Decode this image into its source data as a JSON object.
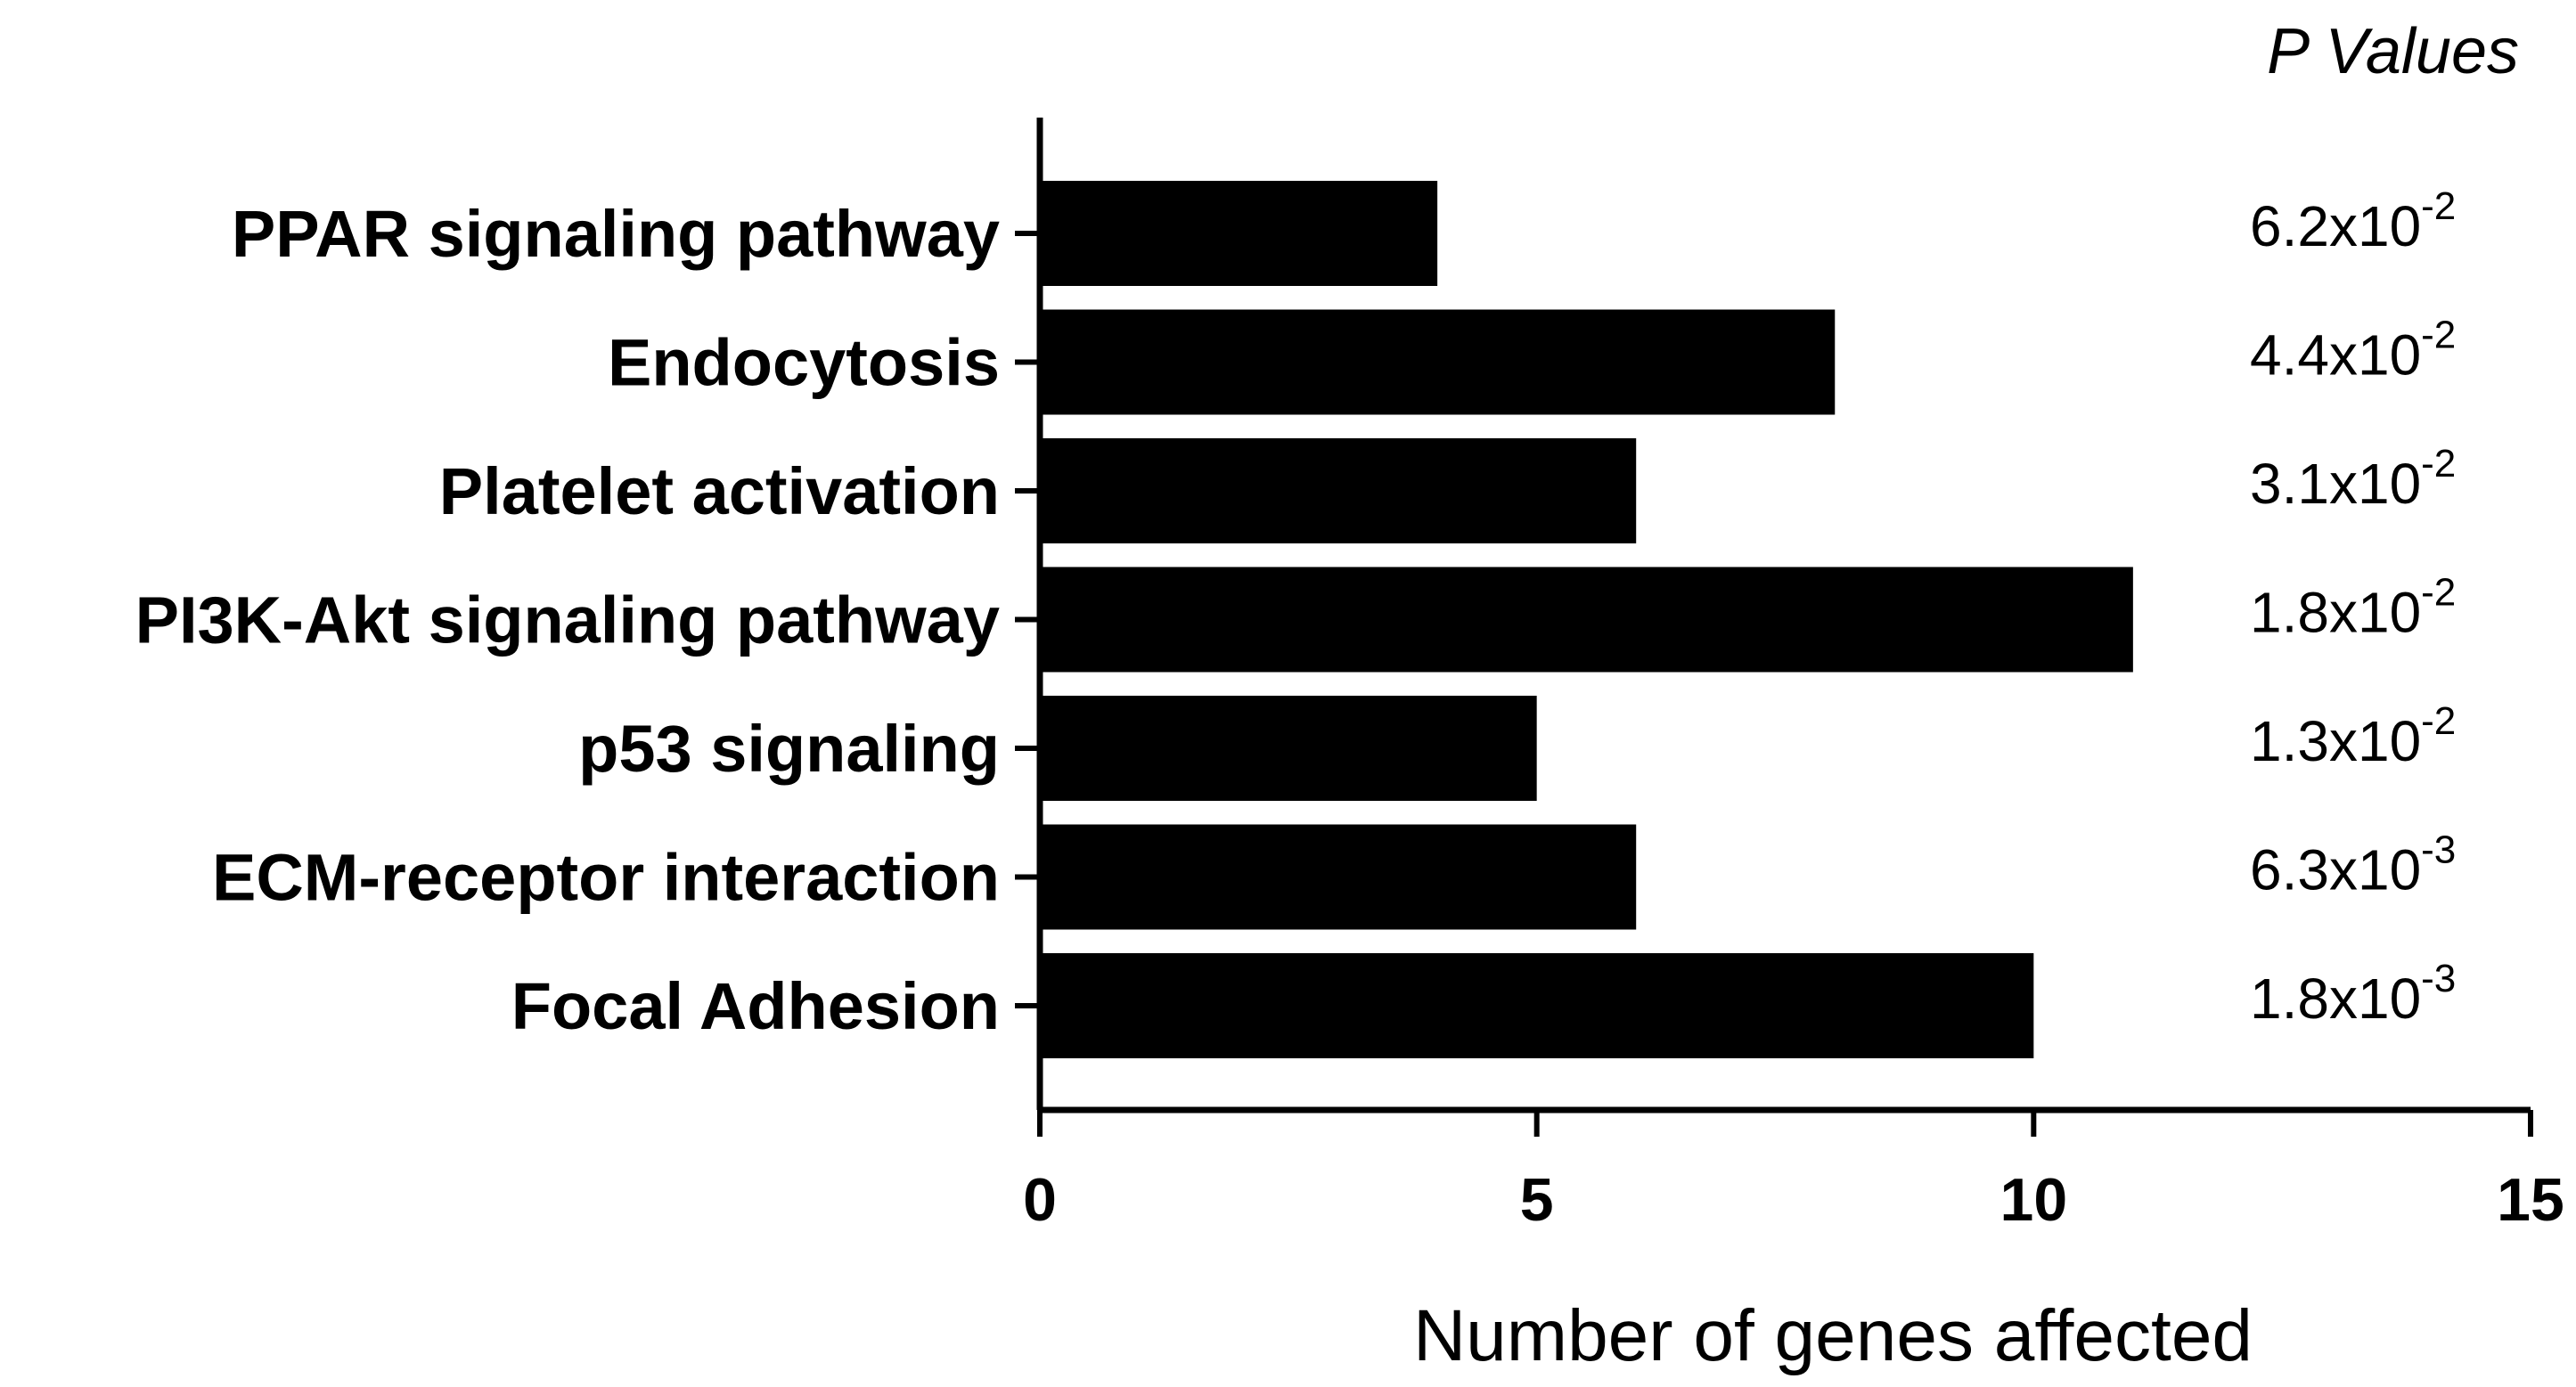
{
  "chart_data": {
    "type": "bar",
    "orientation": "horizontal",
    "categories": [
      "PPAR signaling pathway",
      "Endocytosis",
      "Platelet activation",
      "PI3K-Akt signaling pathway",
      "p53 signaling",
      "ECM-receptor interaction",
      "Focal Adhesion"
    ],
    "values": [
      4,
      8,
      6,
      11,
      5,
      6,
      10
    ],
    "xlabel": "Number of genes affected",
    "xlim": [
      0,
      15
    ],
    "xticks": [
      "0",
      "5",
      "10",
      "15"
    ],
    "grid": false,
    "bar_color": "#000000",
    "annotation_header": "P Values",
    "annotations": [
      {
        "mantissa": "6.2x10",
        "exponent": "-2"
      },
      {
        "mantissa": "4.4x10",
        "exponent": "-2"
      },
      {
        "mantissa": "3.1x10",
        "exponent": "-2"
      },
      {
        "mantissa": "1.8x10",
        "exponent": "-2"
      },
      {
        "mantissa": "1.3x10",
        "exponent": "-2"
      },
      {
        "mantissa": "6.3x10",
        "exponent": "-3"
      },
      {
        "mantissa": "1.8x10",
        "exponent": "-3"
      }
    ]
  }
}
